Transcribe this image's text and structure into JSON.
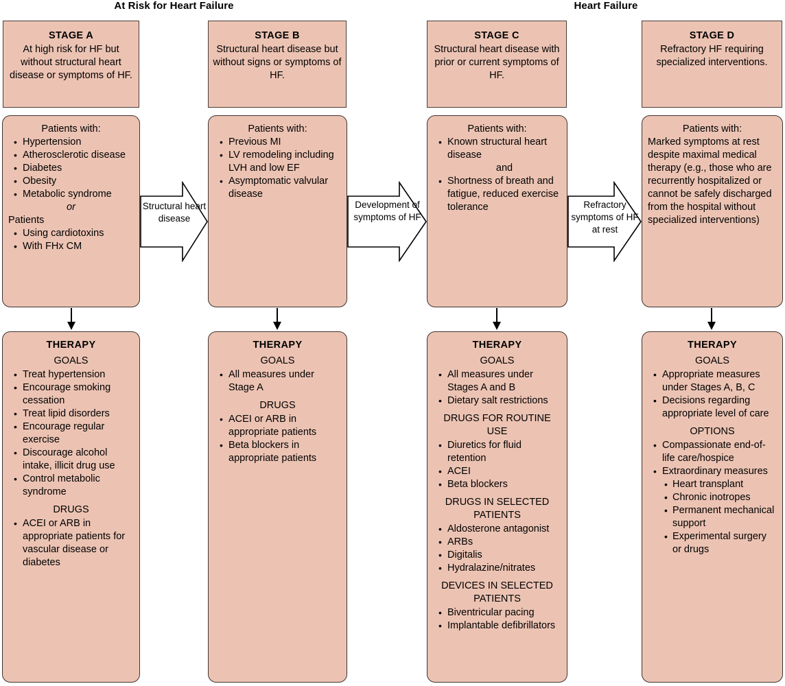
{
  "headers": {
    "at_risk": "At Risk for Heart Failure",
    "heart_failure": "Heart Failure"
  },
  "colors": {
    "box_fill": "#ecc3b3",
    "box_border": "#3d3330",
    "arrow_fill": "#ffffff",
    "arrow_stroke": "#000000",
    "text": "#000000"
  },
  "stages": [
    {
      "name": "STAGE A",
      "description": "At high risk for HF but without structural heart disease or symptoms of HF."
    },
    {
      "name": "STAGE B",
      "description": "Structural heart disease but without signs or symptoms of HF."
    },
    {
      "name": "STAGE C",
      "description": "Structural heart disease with prior or current symptoms of HF."
    },
    {
      "name": "STAGE D",
      "description": "Refractory HF requiring specialized interventions."
    }
  ],
  "patients": {
    "a": {
      "intro": "Patients with:",
      "items": [
        "Hypertension",
        "Atherosclerotic disease",
        "Diabetes",
        "Obesity",
        "Metabolic syndrome"
      ],
      "connector": "or",
      "intro2": "Patients",
      "items2": [
        "Using cardiotoxins",
        "With FHx CM"
      ]
    },
    "b": {
      "intro": "Patients with:",
      "items": [
        "Previous MI",
        "LV remodeling including LVH and low EF",
        "Asymptomatic valvular disease"
      ]
    },
    "c": {
      "intro": "Patients with:",
      "item1": "Known structural heart disease",
      "connector": "and",
      "item2": "Shortness of breath and fatigue, reduced exercise tolerance"
    },
    "d": {
      "intro": "Patients with:",
      "body": "Marked symptoms at rest despite maximal medical therapy (e.g., those who are recurrently hospitalized or cannot be safely discharged from the hospital without specialized interventions)"
    }
  },
  "transitions": [
    {
      "id": "a-to-b",
      "label": "Structural heart disease"
    },
    {
      "id": "b-to-c",
      "label": "Development of symptoms of HF"
    },
    {
      "id": "c-to-d",
      "label": "Refractory symptoms of HF at rest"
    }
  ],
  "therapy": {
    "title": "THERAPY",
    "a": {
      "sections": [
        {
          "heading": "GOALS",
          "items": [
            "Treat hypertension",
            "Encourage smoking cessation",
            "Treat lipid disorders",
            "Encourage regular exercise",
            "Discourage alcohol intake, illicit drug use",
            "Control metabolic syndrome"
          ]
        },
        {
          "heading": "DRUGS",
          "items": [
            "ACEI or ARB in appropriate patients for vascular disease or diabetes"
          ]
        }
      ]
    },
    "b": {
      "sections": [
        {
          "heading": "GOALS",
          "items": [
            "All measures under Stage A"
          ]
        },
        {
          "heading": "DRUGS",
          "items": [
            "ACEI or ARB in appropriate patients",
            "Beta blockers in appropriate patients"
          ]
        }
      ]
    },
    "c": {
      "sections": [
        {
          "heading": "GOALS",
          "items": [
            "All measures under Stages A and B",
            "Dietary salt restrictions"
          ]
        },
        {
          "heading": "DRUGS FOR ROUTINE USE",
          "items": [
            "Diuretics for fluid retention",
            "ACEI",
            "Beta blockers"
          ]
        },
        {
          "heading": "DRUGS IN SELECTED PATIENTS",
          "items": [
            "Aldosterone antagonist",
            "ARBs",
            "Digitalis",
            "Hydralazine/nitrates"
          ]
        },
        {
          "heading": "DEVICES IN SELECTED PATIENTS",
          "items": [
            "Biventricular pacing",
            "Implantable defibrillators"
          ]
        }
      ]
    },
    "d": {
      "sections": [
        {
          "heading": "GOALS",
          "items": [
            "Appropriate measures under Stages A, B, C",
            "Decisions regarding appropriate level of care"
          ]
        },
        {
          "heading": "OPTIONS",
          "items": [
            "Compassionate end-of-life care/hospice",
            "Extraordinary measures"
          ],
          "subitems": [
            "Heart transplant",
            "Chronic inotropes",
            "Permanent mechanical support",
            "Experimental surgery or drugs"
          ]
        }
      ]
    }
  }
}
